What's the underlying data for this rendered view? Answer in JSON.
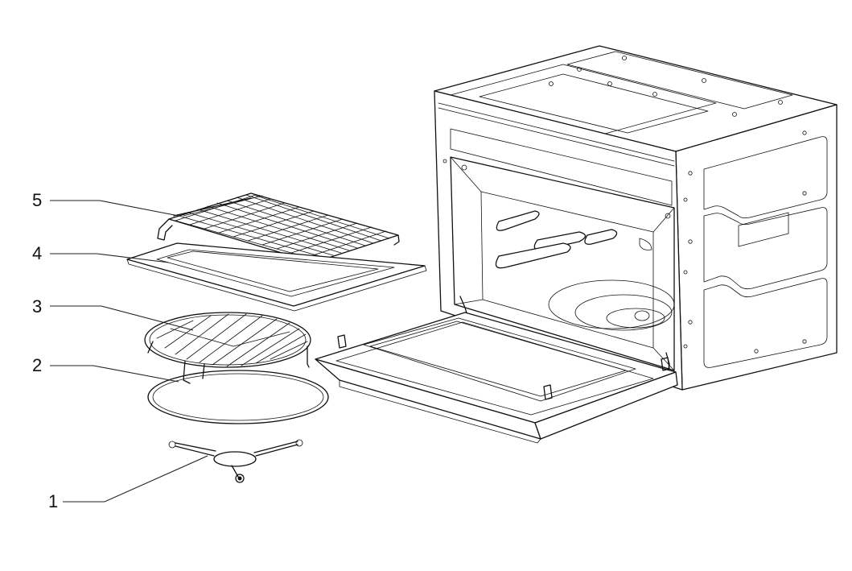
{
  "callouts": [
    {
      "id": "5",
      "label": "5"
    },
    {
      "id": "4",
      "label": "4"
    },
    {
      "id": "3",
      "label": "3"
    },
    {
      "id": "2",
      "label": "2"
    },
    {
      "id": "1",
      "label": "1"
    }
  ]
}
